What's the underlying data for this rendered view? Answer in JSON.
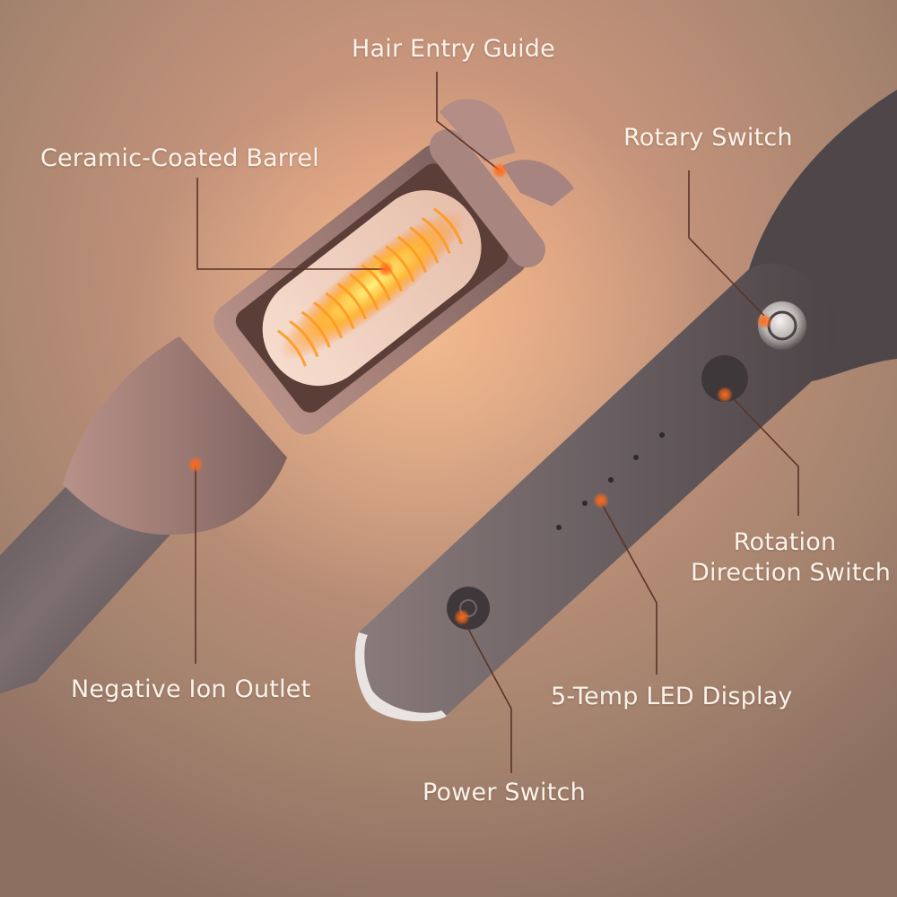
{
  "labels": {
    "hair_entry_guide": "Hair Entry Guide",
    "ceramic_coated_barrel": "Ceramic-Coated Barrel",
    "rotary_switch": "Rotary Switch",
    "rotation_direction_line1": "Rotation",
    "rotation_direction_line2": "Direction Switch",
    "negative_ion_outlet": "Negative Ion Outlet",
    "five_temp_led_display": "5-Temp LED Display",
    "power_switch": "Power Switch"
  },
  "colors": {
    "background": "#9c7c6c",
    "glow": "#f0a070",
    "device_body": "#6e6264",
    "heating_coil": "#ffb43a",
    "marker_dot": "#ff6a1a",
    "leader_line": "#5a3328",
    "label_text": "#fbf3ea"
  }
}
